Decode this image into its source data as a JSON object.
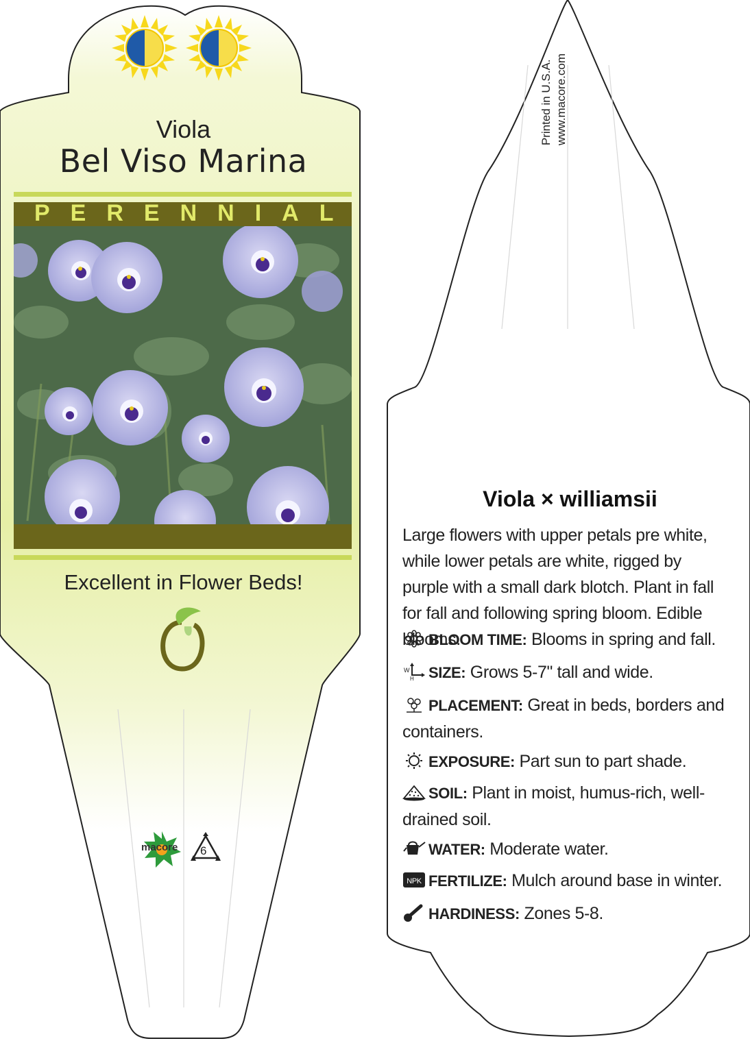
{
  "front_tag": {
    "genus": "Viola",
    "variety": "Bel Viso Marina",
    "category_banner": "PERENNIAL",
    "tagline": "Excellent in Flower Beds!",
    "sun_icons": [
      "part-sun-icon",
      "part-sun-icon"
    ],
    "brand": "macore",
    "recycle_code": "6",
    "colors": {
      "accent_green": "#e4ef9a",
      "banner_olive": "#6b661b",
      "banner_text": "#e2ea6a"
    }
  },
  "back_tag": {
    "printed_in": "Printed in U.S.A.",
    "website": "www.macore.com",
    "scientific_name": "Viola × williamsii",
    "description": "Large flowers with upper petals pre white, while lower petals are white, rigged by purple with a small dark blotch. Plant in fall for fall and following spring bloom. Edible blooms.",
    "care": [
      {
        "icon": "flower-icon",
        "label": "BLOOM TIME:",
        "text": "Blooms in spring and fall."
      },
      {
        "icon": "size-icon",
        "label": "SIZE:",
        "text": "Grows 5-7\" tall and wide."
      },
      {
        "icon": "placement-icon",
        "label": "PLACEMENT:",
        "text": "Great in beds, borders and containers."
      },
      {
        "icon": "sun-icon",
        "label": "EXPOSURE:",
        "text": "Part sun to part shade."
      },
      {
        "icon": "soil-icon",
        "label": "SOIL:",
        "text": "Plant in moist, humus-rich, well-drained soil."
      },
      {
        "icon": "watering-can-icon",
        "label": "WATER:",
        "text": "Moderate water."
      },
      {
        "icon": "npk-icon",
        "label": "FERTILIZE:",
        "text": "Mulch around base in winter."
      },
      {
        "icon": "thermometer-icon",
        "label": "HARDINESS:",
        "text": "Zones 5-8."
      }
    ],
    "icon_text": {
      "size_w": "W",
      "size_h": "H",
      "npk": "NPK"
    }
  }
}
